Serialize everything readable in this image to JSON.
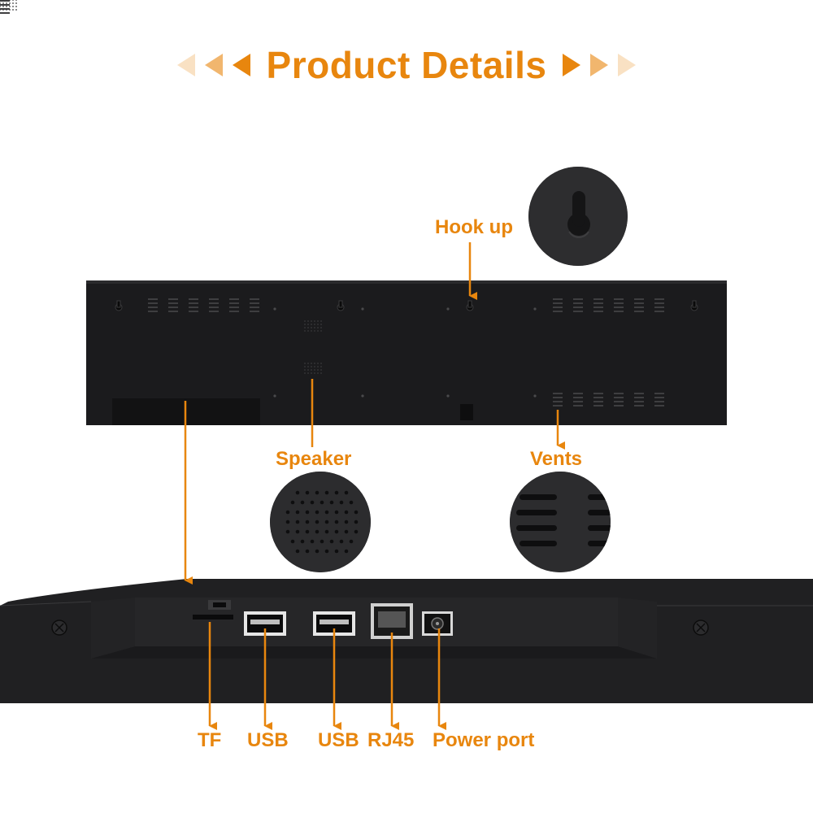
{
  "header": {
    "title": "Product Details"
  },
  "labels": {
    "hook_up": "Hook up",
    "speaker": "Speaker",
    "vents": "Vents",
    "tf": "TF",
    "usb_1": "USB",
    "usb_2": "USB",
    "rj45": "RJ45",
    "power_port": "Power port"
  },
  "colors": {
    "accent": "#e8860e",
    "device": "#1c1c1e",
    "background": "#ffffff"
  }
}
